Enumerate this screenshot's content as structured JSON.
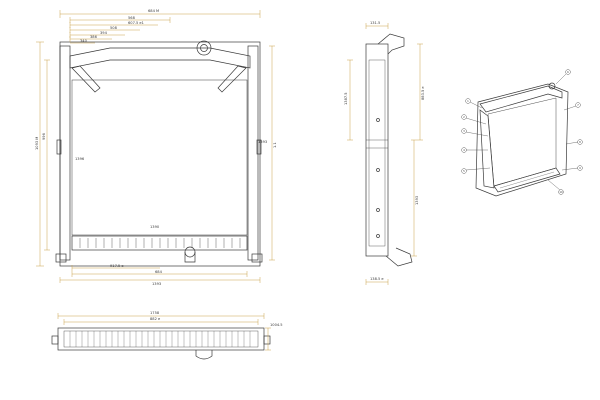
{
  "colors": {
    "line": "#3a3a3a",
    "dimension": "#c9a24a",
    "paper": "#ffffff"
  },
  "views": {
    "front": {
      "dims_top": [
        "684 M",
        "568",
        "607.5 e1",
        "508",
        "394",
        "386",
        "340"
      ],
      "dims_left": [
        "1093 M",
        "996"
      ],
      "dims_right": [
        "1.1"
      ],
      "labels_inner": [
        "1396",
        "1390",
        "1393"
      ],
      "dims_bottom": [
        "917.5 e",
        "684",
        "1393"
      ]
    },
    "side": {
      "dims_top": [
        "131.5"
      ],
      "dims_left": [
        "1387.5"
      ],
      "dims_right": [
        "883.5 e",
        "1393"
      ],
      "dims_bottom": [
        "138.5 e"
      ]
    },
    "bottom": {
      "dims": [
        "1758",
        "882 e",
        "1004.5"
      ]
    },
    "iso": {
      "balloons": [
        "1",
        "2",
        "3",
        "4",
        "5",
        "6",
        "7",
        "8",
        "9",
        "10"
      ]
    }
  }
}
